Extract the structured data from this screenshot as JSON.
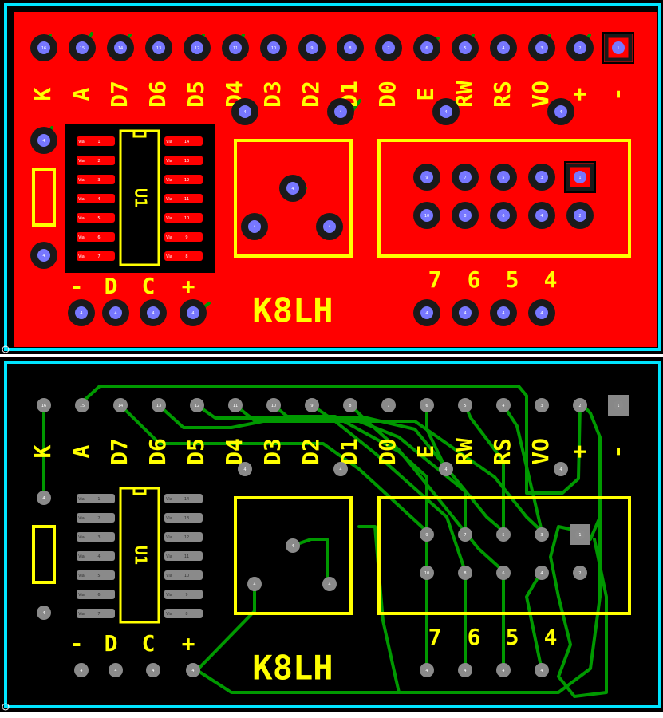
{
  "board": {
    "logo": "K8LH",
    "ic_label": "U1",
    "header_labels": [
      "K",
      "A",
      "D7",
      "D6",
      "D5",
      "D4",
      "D3",
      "D2",
      "D1",
      "D0",
      "E",
      "RW",
      "RS",
      "VO",
      "+",
      "-"
    ],
    "header_pin_numbers": [
      "16",
      "15",
      "14",
      "13",
      "12",
      "11",
      "10",
      "9",
      "8",
      "7",
      "6",
      "5",
      "4",
      "3",
      "2",
      "1"
    ],
    "interface_labels": [
      "-",
      "D",
      "C",
      "+"
    ],
    "connector_labels": [
      "7",
      "6",
      "5",
      "4"
    ],
    "ic_left_pins": [
      "1",
      "2",
      "3",
      "4",
      "5",
      "6",
      "7"
    ],
    "ic_right_pins": [
      "14",
      "13",
      "12",
      "11",
      "10",
      "9",
      "8"
    ],
    "ic_pad_tag": "Via"
  },
  "colors": {
    "copper_top": "#ff0000",
    "copper_bottom": "#000000",
    "outline": "#00e5ff",
    "silkscreen": "#ffff00",
    "trace": "#009900",
    "pad_ring": "#1a1a1a",
    "pad_hole": "#7777ff"
  }
}
